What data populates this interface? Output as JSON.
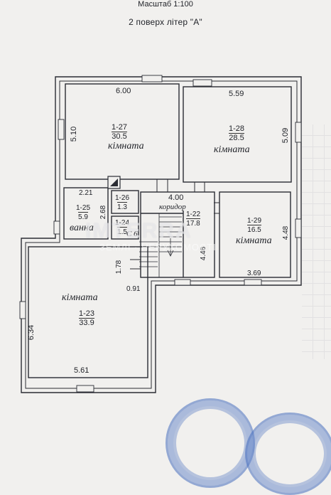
{
  "header": {
    "scale": "Масштаб 1:100",
    "title": "2 поверх літер \"А\""
  },
  "rooms": [
    {
      "id": "1-27",
      "area": "30.5",
      "name": "кімната"
    },
    {
      "id": "1-28",
      "area": "28.5",
      "name": "кімната"
    },
    {
      "id": "1-26",
      "area": "1.3"
    },
    {
      "id": "1-25",
      "area": "5.9",
      "name": "ванна"
    },
    {
      "id": "1-24",
      "area": "1.5"
    },
    {
      "id": "1-22",
      "area": "17.8",
      "name": "коридор"
    },
    {
      "id": "1-29",
      "area": "16.5",
      "name": "кімната"
    },
    {
      "id": "1-23",
      "area": "33.9",
      "name": "кімната"
    }
  ],
  "dimensions": {
    "r27_width": "6.00",
    "r27_height": "5.10",
    "r28_width": "5.59",
    "r28_height": "5.09",
    "bath_width": "2.21",
    "bath_height": "2.68",
    "corridor_width": "4.00",
    "corridor_height": "4.46",
    "r29_height": "4.48",
    "r29_width": "3.69",
    "step": "1.78",
    "offset": "0.91",
    "r23_height": "6.34",
    "r23_width": "5.61",
    "wc_fragment": "С 6"
  },
  "watermark": {
    "brand": "IMTERRA",
    "sub": "ЗЕМЛІ · НЕРУХОМОСТІ"
  },
  "colors": {
    "wall": "#2a2c33",
    "paper": "#f1f0ee",
    "stamp": "#466ebe"
  }
}
